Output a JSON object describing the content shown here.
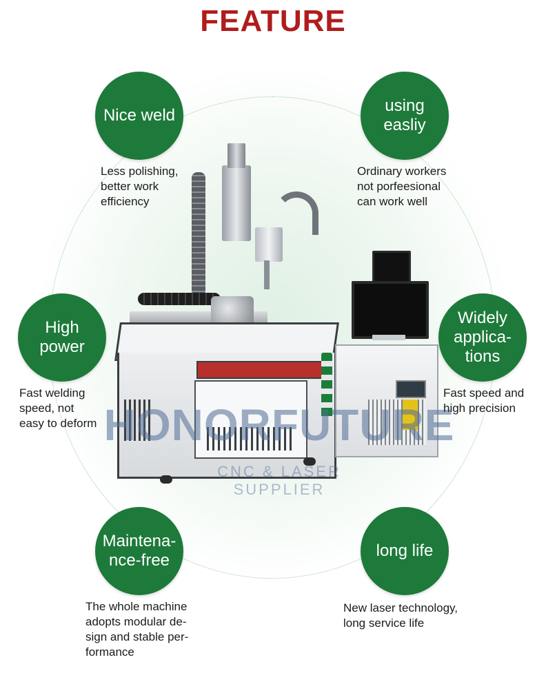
{
  "title": "FEATURE",
  "features": [
    {
      "badge": "Nice weld",
      "desc": "Less polishing,\nbetter work\nefficiency"
    },
    {
      "badge": "using\neasliy",
      "desc": "Ordinary workers\nnot porfeesional\ncan work well"
    },
    {
      "badge": "High\npower",
      "desc": "Fast welding\nspeed, not\neasy to deform"
    },
    {
      "badge": "Widely\napplica-\ntions",
      "desc": "Fast speed and\nhigh precision"
    },
    {
      "badge": "Maintena-\nnce-free",
      "desc": "The whole machine\nadopts modular de-\nsign and stable per-\nformance"
    },
    {
      "badge": "long life",
      "desc": "New laser technology,\nlong service life"
    }
  ],
  "watermark": {
    "brand": "HONORFUTURE",
    "tagline": "CNC & LASER SUPPLIER"
  },
  "colors": {
    "title": "#b01c1c",
    "badge": "#1d7a3a"
  }
}
